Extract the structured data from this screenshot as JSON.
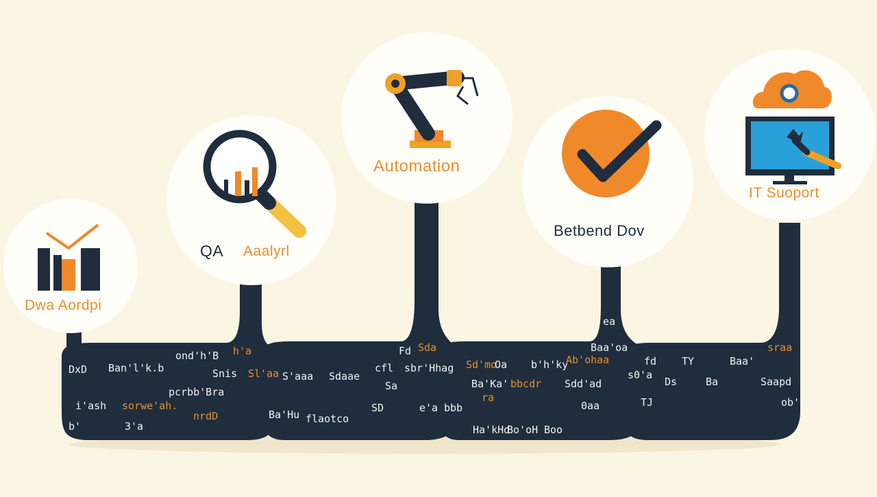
{
  "cards": [
    {
      "id": "data-analyst",
      "label": "Dwa Aordpi",
      "label_color": "#e98f2c",
      "icon": "bar-chart-trend-icon"
    },
    {
      "id": "qa-analyst",
      "label_part1": "QA",
      "label_part2": "Aaalyrl",
      "label_color_part1": "#1f2d3d",
      "label_color_part2": "#e98f2c",
      "icon": "magnifier-chart-icon"
    },
    {
      "id": "automation",
      "label": "Automation",
      "label_color": "#e98f2c",
      "icon": "robotic-arm-icon"
    },
    {
      "id": "backend-dev",
      "label": "Betbend Dov",
      "label_color": "#1f2d3d",
      "icon": "checkmark-icon"
    },
    {
      "id": "it-support",
      "label": "IT Suoport",
      "label_color": "#e98f2c",
      "icon": "monitor-wrench-cloud-icon"
    }
  ],
  "glyphs": [
    {
      "t": "DxD",
      "c": "#f2f2f2"
    },
    {
      "t": "Ban'l'k.b",
      "c": "#f2f2f2"
    },
    {
      "t": "ond'h'B",
      "c": "#f2f2f2"
    },
    {
      "t": "Snis",
      "c": "#f2f2f2"
    },
    {
      "t": "sorwe'ah.",
      "c": "#e98f2c"
    },
    {
      "t": "nrdD",
      "c": "#e98f2c"
    },
    {
      "t": "i'ash",
      "c": "#f2f2f2"
    },
    {
      "t": "b'",
      "c": "#f2f2f2"
    },
    {
      "t": "3'a",
      "c": "#f2f2f2"
    },
    {
      "t": "pcrbb'Bra",
      "c": "#f2f2f2"
    },
    {
      "t": "Sl'aa",
      "c": "#e98f2c"
    },
    {
      "t": "h'a",
      "c": "#e98f2c"
    },
    {
      "t": "S'aaa",
      "c": "#f2f2f2"
    },
    {
      "t": "Sdaae",
      "c": "#f2f2f2"
    },
    {
      "t": "Ba'Hu",
      "c": "#f2f2f2"
    },
    {
      "t": "flaotco",
      "c": "#f2f2f2"
    },
    {
      "t": "cfl",
      "c": "#f2f2f2"
    },
    {
      "t": "Sa",
      "c": "#f2f2f2"
    },
    {
      "t": "Fd",
      "c": "#f2f2f2"
    },
    {
      "t": "Sda",
      "c": "#e98f2c"
    },
    {
      "t": "sbr'Hhag",
      "c": "#f2f2f2"
    },
    {
      "t": "SD",
      "c": "#f2f2f2"
    },
    {
      "t": "e'a",
      "c": "#f2f2f2"
    },
    {
      "t": "bbb",
      "c": "#f2f2f2"
    },
    {
      "t": "Sd'mo",
      "c": "#e98f2c"
    },
    {
      "t": "Oa",
      "c": "#f2f2f2"
    },
    {
      "t": "b'h'ky",
      "c": "#f2f2f2"
    },
    {
      "t": "Ab'ohaa",
      "c": "#e98f2c"
    },
    {
      "t": "Ba'Ka'",
      "c": "#f2f2f2"
    },
    {
      "t": "bbcdr",
      "c": "#e98f2c"
    },
    {
      "t": "ra",
      "c": "#e98f2c"
    },
    {
      "t": "Sdd'ad",
      "c": "#f2f2f2"
    },
    {
      "t": "Baa'oa",
      "c": "#f2f2f2"
    },
    {
      "t": "0aa",
      "c": "#f2f2f2"
    },
    {
      "t": "Ha'kHd",
      "c": "#f2f2f2"
    },
    {
      "t": "Bo'oH",
      "c": "#f2f2f2"
    },
    {
      "t": "Boo",
      "c": "#f2f2f2"
    },
    {
      "t": "ea",
      "c": "#f2f2f2"
    },
    {
      "t": "s0'a",
      "c": "#f2f2f2"
    },
    {
      "t": "fd",
      "c": "#f2f2f2"
    },
    {
      "t": "TY",
      "c": "#f2f2f2"
    },
    {
      "t": "Baa'",
      "c": "#f2f2f2"
    },
    {
      "t": "sraa",
      "c": "#e98f2c"
    },
    {
      "t": "Ds",
      "c": "#f2f2f2"
    },
    {
      "t": "Ba",
      "c": "#f2f2f2"
    },
    {
      "t": "Saapd",
      "c": "#f2f2f2"
    },
    {
      "t": "TJ",
      "c": "#f2f2f2"
    },
    {
      "t": "ob'aaa",
      "c": "#f2f2f2"
    }
  ]
}
